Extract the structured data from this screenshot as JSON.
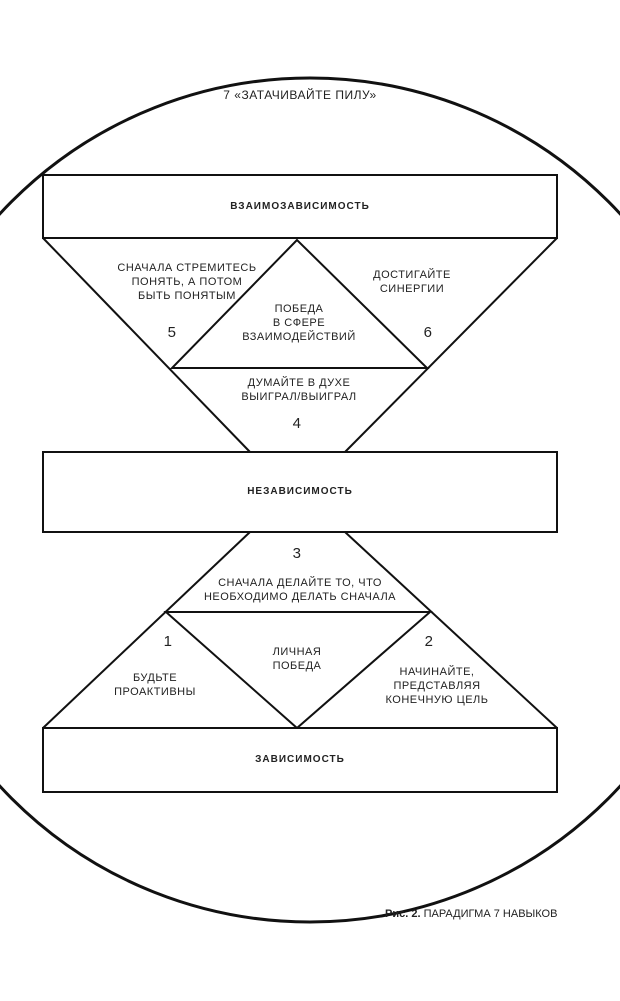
{
  "top_label": "7 «ЗАТАЧИВАЙТЕ ПИЛУ»",
  "boxes": {
    "interdependence": "ВЗАИМОЗАВИСИМОСТЬ",
    "independence": "НЕЗАВИСИМОСТЬ",
    "dependence": "ЗАВИСИМОСТЬ"
  },
  "habits": {
    "h1": {
      "num": "1",
      "text": "БУДЬТЕ\nПРОАКТИВНЫ"
    },
    "h2": {
      "num": "2",
      "text": "НАЧИНАЙТЕ,\nПРЕДСТАВЛЯЯ\nКОНЕЧНУЮ ЦЕЛЬ"
    },
    "h3": {
      "num": "3",
      "text": "СНАЧАЛА ДЕЛАЙТЕ ТО, ЧТО\nНЕОБХОДИМО ДЕЛАТЬ СНАЧАЛА"
    },
    "h4": {
      "num": "4",
      "text": "ДУМАЙТЕ В ДУХЕ\nВЫИГРАЛ/ВЫИГРАЛ"
    },
    "h5": {
      "num": "5",
      "text": "СНАЧАЛА СТРЕМИТЕСЬ\nПОНЯТЬ, А ПОТОМ\nБЫТЬ ПОНЯТЫМ"
    },
    "h6": {
      "num": "6",
      "text": "ДОСТИГАЙТЕ\nСИНЕРГИИ"
    }
  },
  "victories": {
    "public": "ПОБЕДА\nВ СФЕРЕ\nВЗАИМОДЕЙСТВИЙ",
    "private": "ЛИЧНАЯ\nПОБЕДА"
  },
  "caption": {
    "prefix": "Рис. 2.",
    "text": " ПАРАДИГМА 7 НАВЫКОВ"
  }
}
